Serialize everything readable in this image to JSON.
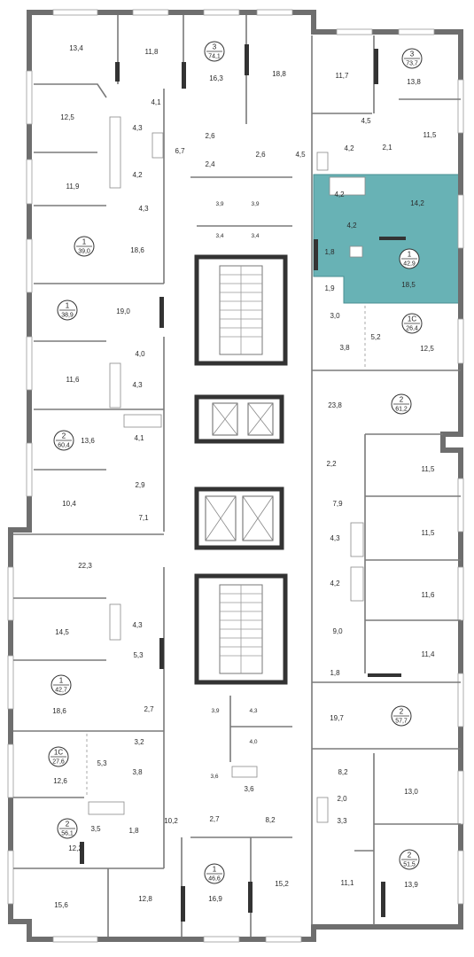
{
  "colors": {
    "highlight": "#68b2b5",
    "wall": "#6e6e6e",
    "text": "#2b2b2b"
  },
  "badges": [
    {
      "id": "b-3-741",
      "rooms": "3",
      "area": "74,1"
    },
    {
      "id": "b-3-737",
      "rooms": "3",
      "area": "73,7"
    },
    {
      "id": "b-1-390",
      "rooms": "1",
      "area": "39,0"
    },
    {
      "id": "b-1-429",
      "rooms": "1",
      "area": "42,9"
    },
    {
      "id": "b-1-389",
      "rooms": "1",
      "area": "38,9"
    },
    {
      "id": "b-1c-264",
      "rooms": "1С",
      "area": "26,4"
    },
    {
      "id": "b-2-612",
      "rooms": "2",
      "area": "61,2"
    },
    {
      "id": "b-2-604",
      "rooms": "2",
      "area": "60,4"
    },
    {
      "id": "b-1-427",
      "rooms": "1",
      "area": "42,7"
    },
    {
      "id": "b-2-577",
      "rooms": "2",
      "area": "57,7"
    },
    {
      "id": "b-1c-276",
      "rooms": "1С",
      "area": "27,6"
    },
    {
      "id": "b-2-561",
      "rooms": "2",
      "area": "56,1"
    },
    {
      "id": "b-1-466",
      "rooms": "1",
      "area": "46,6"
    },
    {
      "id": "b-2-515",
      "rooms": "2",
      "area": "51,5"
    }
  ],
  "rooms": [
    "13,4",
    "11,8",
    "16,3",
    "18,8",
    "11,7",
    "13,8",
    "4,1",
    "12,5",
    "4,3",
    "4,2",
    "6,7",
    "2,6",
    "2,4",
    "2,6",
    "4,5",
    "4,5",
    "4,2",
    "2,1",
    "11,5",
    "11,9",
    "4,3",
    "4,2",
    "14,2",
    "3,9",
    "3,9",
    "3,4",
    "3,4",
    "18,6",
    "4,2",
    "1,8",
    "18,5",
    "1,9",
    "19,0",
    "3,0",
    "5,2",
    "3,8",
    "12,5",
    "4,0",
    "11,6",
    "4,3",
    "23,8",
    "13,6",
    "4,1",
    "2,2",
    "11,5",
    "2,9",
    "10,4",
    "7,1",
    "7,9",
    "11,5",
    "22,3",
    "4,3",
    "4,2",
    "11,6",
    "14,5",
    "4,3",
    "5,3",
    "9,0",
    "11,4",
    "18,6",
    "1,8",
    "2,7",
    "19,7",
    "3,9",
    "4,3",
    "4,0",
    "3,2",
    "5,3",
    "3,8",
    "12,6",
    "3,6",
    "3,6",
    "8,2",
    "2,0",
    "13,0",
    "3,3",
    "3,5",
    "1,8",
    "10,2",
    "2,7",
    "8,2",
    "12,2",
    "15,6",
    "12,8",
    "16,9",
    "15,2",
    "11,1",
    "13,9"
  ]
}
